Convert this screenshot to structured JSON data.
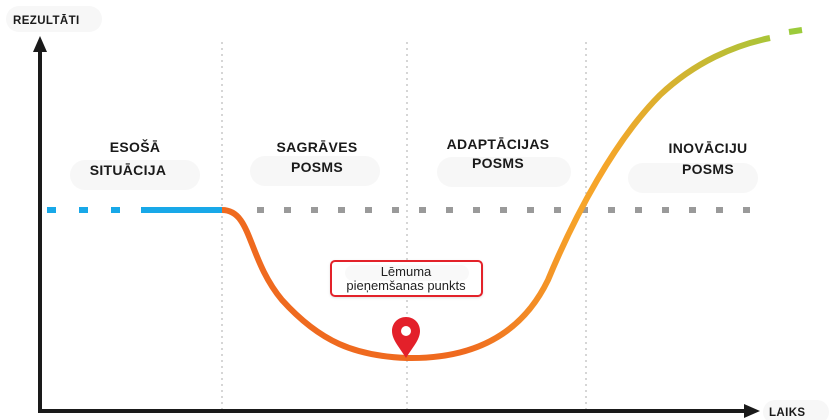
{
  "axes": {
    "y_label": "REZULTĀTI",
    "x_label": "LAIKS"
  },
  "phases": [
    {
      "line1": "ESOŠĀ",
      "line2": "SITUĀCIJA"
    },
    {
      "line1": "SAGRĀVES",
      "line2": "POSMS"
    },
    {
      "line1": "ADAPTĀCIJAS",
      "line2": "POSMS"
    },
    {
      "line1": "INOVĀCIJU",
      "line2": "POSMS"
    }
  ],
  "callout": {
    "line1": "Lēmuma",
    "line2": "pieņemšanas punkts"
  },
  "colors": {
    "axis": "#1a1a1a",
    "baseline_current": "#18a8e8",
    "baseline_gray": "#9a9a9a",
    "curve_start": "#ef6a1f",
    "curve_mid": "#f6a52a",
    "curve_end": "#9ccb3b",
    "marker": "#e3202a",
    "label_bg": "#f7f7f7",
    "divider": "#c8c8c8"
  },
  "icons": {
    "marker": "map-pin-icon",
    "y_arrow": "arrow-up-icon",
    "x_arrow": "arrow-right-icon"
  }
}
